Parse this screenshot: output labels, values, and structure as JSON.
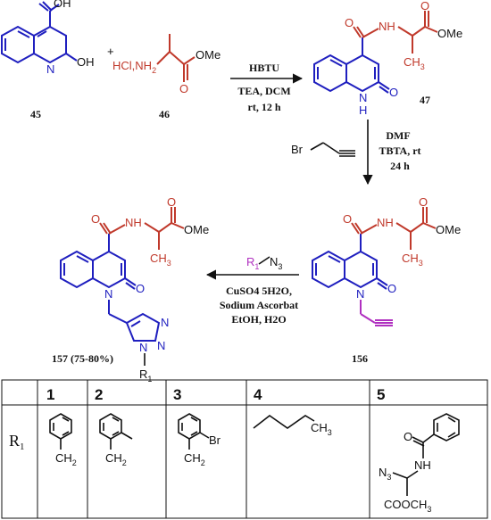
{
  "colors": {
    "blue": "#1f1fbf",
    "red": "#c0392b",
    "magenta": "#b030c0",
    "black": "#111111"
  },
  "compounds": {
    "c45": "45",
    "c46": "46",
    "c47": "47",
    "c156": "156",
    "c157": "157 (75-80%)"
  },
  "atoms": {
    "oh": "OH",
    "o": "O",
    "n": "N",
    "h": "H",
    "nh": "NH",
    "hcl_nh2": "HCl,NH",
    "sub2": "2",
    "ome": "OMe",
    "ch3": "CH",
    "sub3": "3",
    "br": "Br",
    "r1": "R",
    "sub1": "1",
    "n3": "N",
    "plus": "+"
  },
  "conditions": {
    "step1": [
      "HBTU",
      "TEA, DCM",
      "rt, 12 h"
    ],
    "step2": [
      "DMF",
      "TBTA, rt",
      "24 h"
    ],
    "step3": [
      "CuSO4 5H2O,",
      "Sodium Ascorbat",
      "EtOH, H2O"
    ]
  },
  "r_table": {
    "row_label": "R",
    "row_label_sub": "1",
    "columns": [
      "1",
      "2",
      "3",
      "4",
      "5"
    ],
    "ch2": "CH",
    "ch2_sub": "2",
    "br": "Br",
    "ch3": "CH",
    "ch3_sub": "3",
    "n3": "N",
    "n3_sub": "3",
    "nh": "NH",
    "o": "O",
    "cooch3": "COOCH",
    "cooch3_sub": "3"
  }
}
